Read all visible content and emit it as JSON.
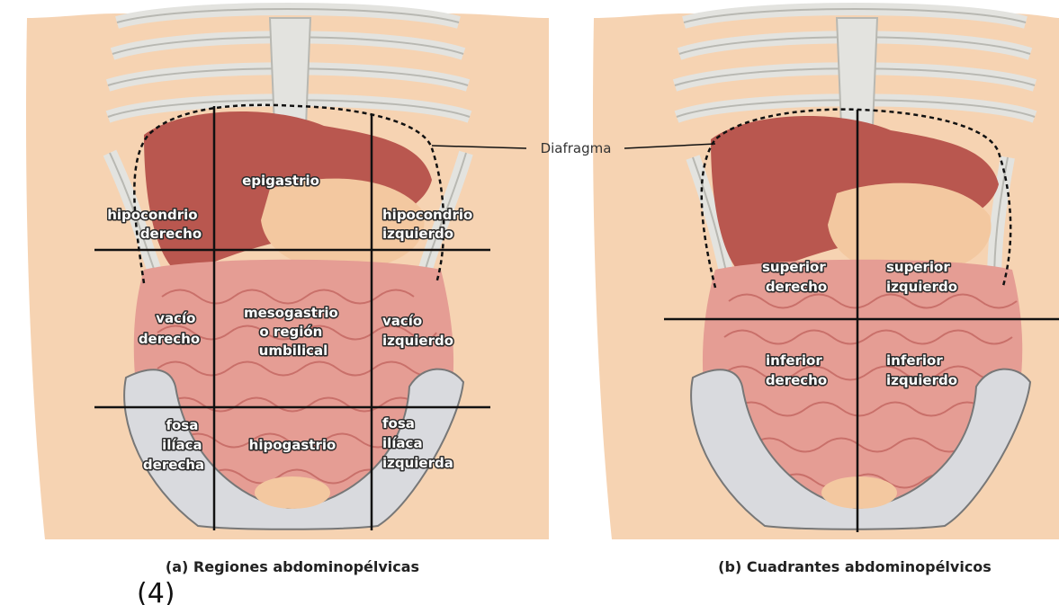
{
  "colors": {
    "skin": "#f6d3b2",
    "bone": "#e3e3df",
    "bone_outline": "#b8b8b2",
    "liver": "#b9574f",
    "intestine": "#e59d94",
    "intestine_dark": "#c9706a",
    "stomach": "#f3c8a0",
    "pelvis": "#d9dade",
    "grid_line": "#111111"
  },
  "diagram_a": {
    "caption": "(a) Regiones abdominopélvicas",
    "regions": {
      "hipocondrio_derecho": [
        "hipocondrio",
        "derecho"
      ],
      "epigastrio": [
        "epigastrio"
      ],
      "hipocondrio_izquierdo": [
        "hipocondrio",
        "izquierdo"
      ],
      "vacio_derecho": [
        "vacío",
        "derecho"
      ],
      "mesogastrio": [
        "mesogastrio",
        "o región",
        "umbilical"
      ],
      "vacio_izquierdo": [
        "vacío",
        "izquierdo"
      ],
      "fosa_iliaca_derecha": [
        "fosa",
        "ilíaca",
        "derecha"
      ],
      "hipogastrio": [
        "hipogastrio"
      ],
      "fosa_iliaca_izquierda": [
        "fosa",
        "ilíaca",
        "izquierda"
      ]
    }
  },
  "diagram_b": {
    "caption": "(b) Cuadrantes abdominopélvicos",
    "quadrants": {
      "superior_derecho": [
        "superior",
        "derecho"
      ],
      "superior_izquierdo": [
        "superior",
        "izquierdo"
      ],
      "inferior_derecho": [
        "inferior",
        "derecho"
      ],
      "inferior_izquierdo": [
        "inferior",
        "izquierdo"
      ]
    }
  },
  "callout": {
    "label": "Diafragma"
  },
  "figure_number": "(4)"
}
